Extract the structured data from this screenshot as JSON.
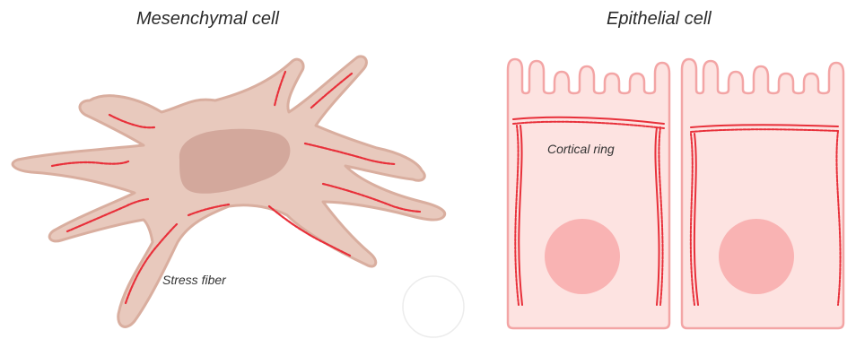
{
  "mesenchymal": {
    "title": "Mesenchymal cell",
    "fiber_label": "Stress fiber"
  },
  "epithelial": {
    "title": "Epithelial cell",
    "ring_label": "Cortical ring"
  },
  "colors": {
    "mesenchymal_body": "#e8c9bd",
    "mesenchymal_outline": "#d4a99a",
    "nucleus_mesenchymal": "#cfa297",
    "epithelial_body": "#fde3e1",
    "epithelial_outline": "#f3a5a5",
    "nucleus_epithelial": "#f9b3b3",
    "actin": "#e8303a"
  }
}
